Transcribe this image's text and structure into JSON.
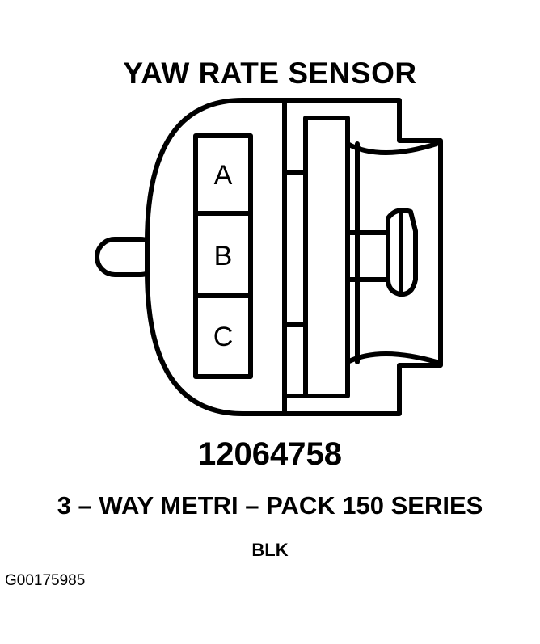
{
  "title": "YAW RATE SENSOR",
  "pins": [
    {
      "label": "A"
    },
    {
      "label": "B"
    },
    {
      "label": "C"
    }
  ],
  "part_number": "12064758",
  "connector_description": "3 – WAY METRI – PACK 150 SERIES",
  "color_code": "BLK",
  "figure_id": "G00175985",
  "colors": {
    "line": "#000000",
    "background": "#ffffff"
  }
}
